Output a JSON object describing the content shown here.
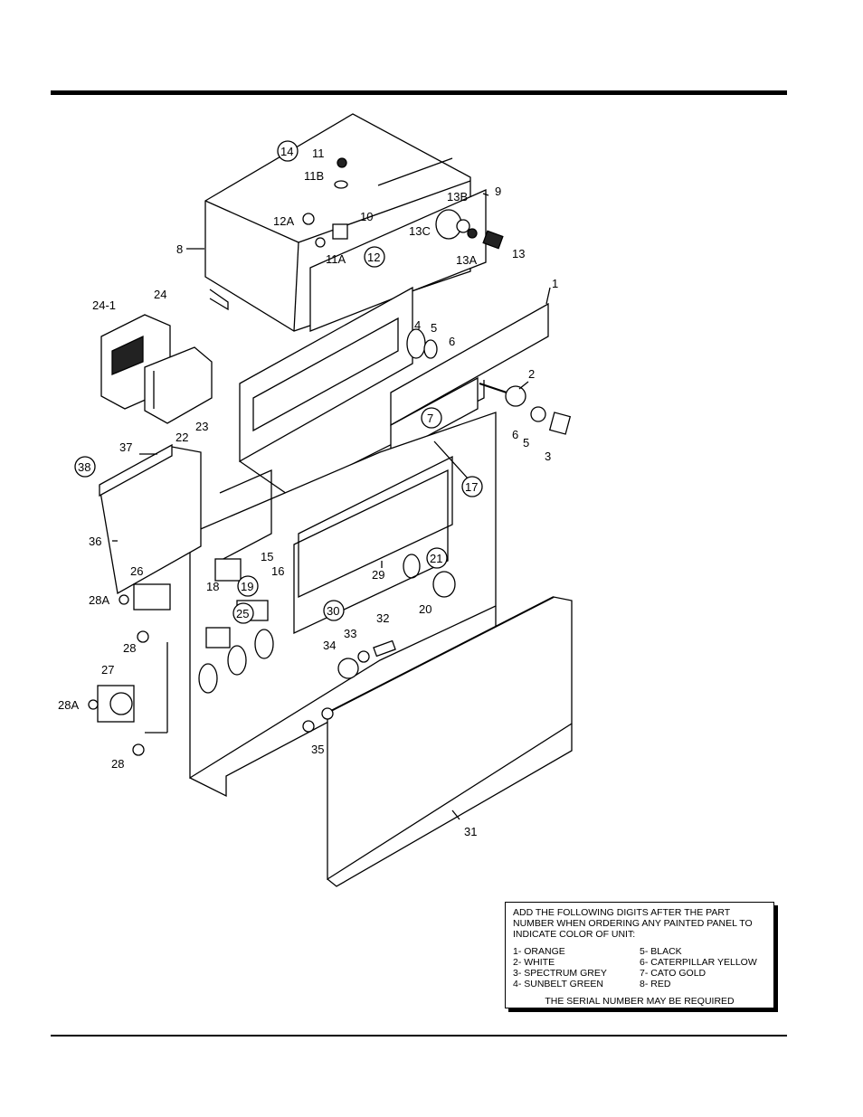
{
  "labels": {
    "l1": "1",
    "l2": "2",
    "l3": "3",
    "l4": "4",
    "l5a": "5",
    "l5b": "5",
    "l6a": "6",
    "l6b": "6",
    "l7": "7",
    "l8": "8",
    "l9": "9",
    "l10": "10",
    "l11": "11",
    "l11a": "11A",
    "l11b": "11B",
    "l12": "12",
    "l12a": "12A",
    "l13": "13",
    "l13a": "13A",
    "l13b": "13B",
    "l13c": "13C",
    "l14": "14",
    "l15": "15",
    "l16": "16",
    "l17": "17",
    "l18": "18",
    "l19": "19",
    "l20": "20",
    "l21": "21",
    "l22": "22",
    "l23": "23",
    "l24": "24",
    "l24_1": "24-1",
    "l25": "25",
    "l26": "26",
    "l27": "27",
    "l28a": "28",
    "l28b": "28",
    "l28a1": "28A",
    "l28a2": "28A",
    "l29": "29",
    "l30": "30",
    "l31": "31",
    "l32": "32",
    "l33": "33",
    "l34": "34",
    "l35": "35",
    "l36": "36",
    "l37": "37",
    "l38": "38"
  },
  "note": {
    "intro": "ADD THE FOLLOWING DIGITS AFTER THE PART NUMBER WHEN ORDERING ANY PAINTED PANEL TO INDICATE COLOR OF UNIT:",
    "colors": [
      "1- ORANGE",
      "5- BLACK",
      "2- WHITE",
      "6- CATERPILLAR YELLOW",
      "3- SPECTRUM GREY",
      "7- CATO GOLD",
      "4- SUNBELT GREEN",
      "8- RED"
    ],
    "serial": "THE SERIAL NUMBER MAY BE REQUIRED"
  }
}
